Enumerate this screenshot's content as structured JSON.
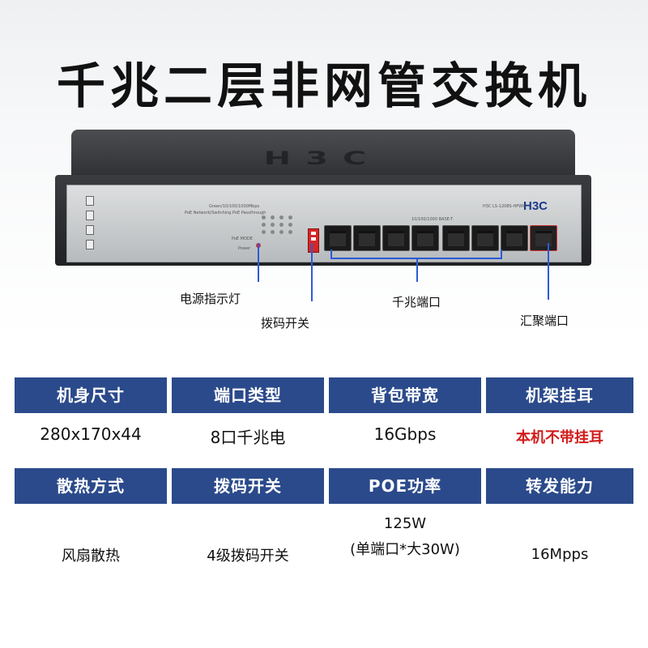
{
  "title": "千兆二层非网管交换机",
  "device": {
    "brand": "H3C",
    "emboss": "H3C",
    "panel_text_1": "Green/10/100/1000Mbps",
    "panel_text_2": "PoE Network/Switching PoE Passthrough",
    "port_label": "10/100/1000 BASE-T",
    "power_text": "PoE MODE",
    "power_text_2": "Power",
    "model_text": "H3C LS-1208S-HPWR"
  },
  "callouts": {
    "power_led": "电源指示灯",
    "dip_switch": "拨码开关",
    "gigabit_ports": "千兆端口",
    "uplink_ports": "汇聚端口"
  },
  "specs": {
    "row1_headers": [
      "机身尺寸",
      "端口类型",
      "背包带宽",
      "机架挂耳"
    ],
    "row1_values": [
      "280x170x44",
      "8口千兆电",
      "16Gbps",
      "本机不带挂耳"
    ],
    "row2_headers": [
      "散热方式",
      "拨码开关",
      "POE功率",
      "转发能力"
    ],
    "row2_values": [
      "风扇散热",
      "4级拨码开关",
      "125W",
      "16Mpps"
    ],
    "poe_note": "(单端口*大30W)"
  },
  "colors": {
    "header_bg": "#2b4a8b",
    "header_text": "#ffffff",
    "warning_text": "#d11c1c",
    "callout_line": "#2b5bd7"
  }
}
